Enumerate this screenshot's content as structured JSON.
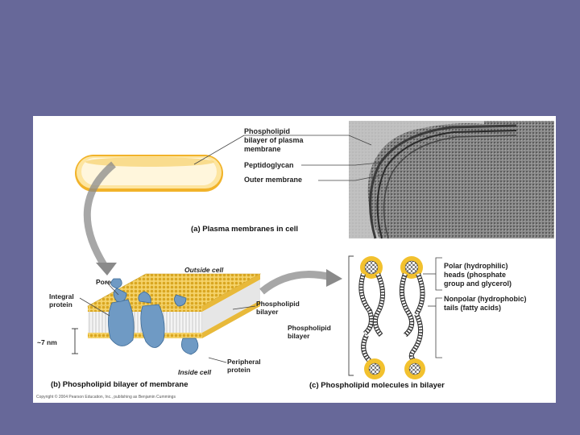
{
  "labels": {
    "phospholipid_bilayer_plasma": [
      "Phospholipid",
      "bilayer of plasma",
      "membrane"
    ],
    "peptidoglycan": "Peptidoglycan",
    "outer_membrane": "Outer membrane",
    "outside_cell": "Outside cell",
    "pore": "Pore",
    "integral_protein": [
      "Integral",
      "protein"
    ],
    "thickness": "~7 nm",
    "phospholipid_bilayer_b": [
      "Phospholipid",
      "bilayer"
    ],
    "phospholipid_bilayer_c": [
      "Phospholipid",
      "bilayer"
    ],
    "inside_cell": "Inside cell",
    "peripheral_protein": [
      "Peripheral",
      "protein"
    ],
    "polar_heads": [
      "Polar (hydrophilic)",
      "heads (phosphate",
      "group and glycerol)"
    ],
    "nonpolar_tails": [
      "Nonpolar (hydrophobic)",
      "tails (fatty acids)"
    ]
  },
  "captions": {
    "a": "(a) Plasma membranes in cell",
    "b": "(b) Phospholipid bilayer of membrane",
    "c": "(c) Phospholipid molecules in bilayer"
  },
  "copyright": "Copyright © 2004 Pearson Education, Inc., publishing as Benjamin Cummings",
  "colors": {
    "background": "#676899",
    "head_yellow": "#f2c12e",
    "protein_blue": "#6f9ac4",
    "tail_gray": "#d9d9d9"
  }
}
